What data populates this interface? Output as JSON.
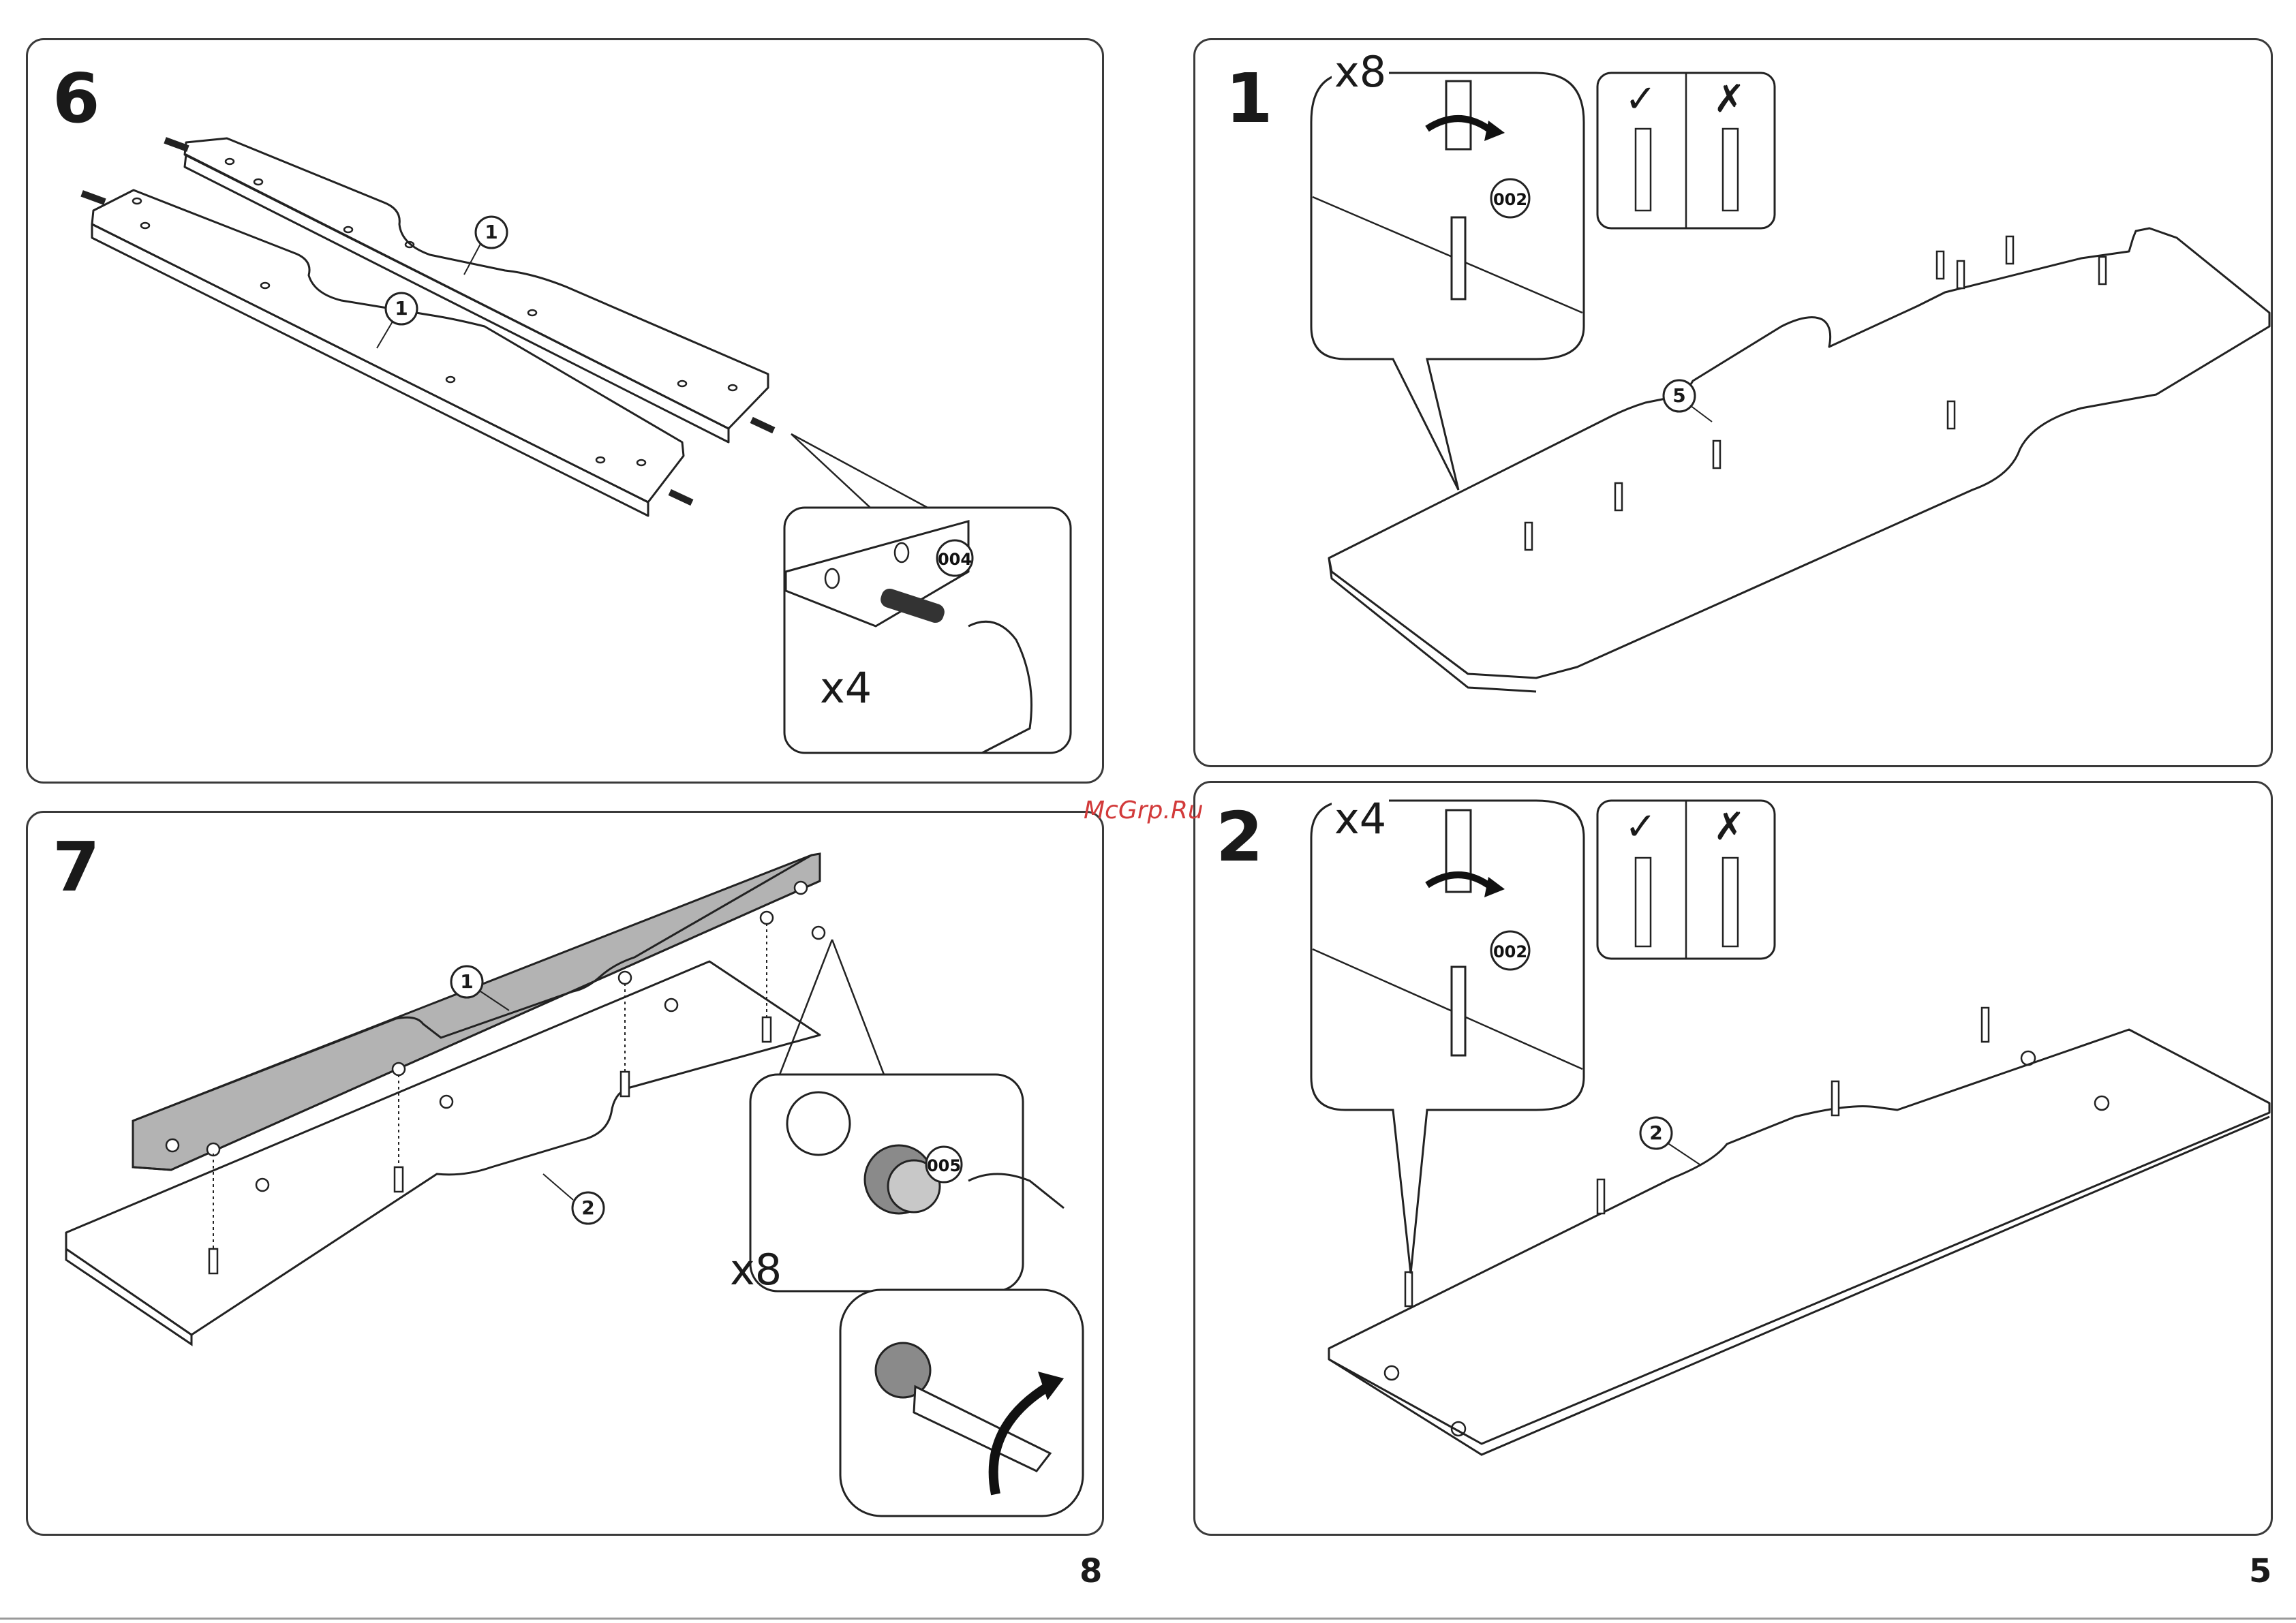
{
  "left_page": {
    "number": "8",
    "step6": {
      "step_number": "6",
      "part_labels": [
        "1",
        "1"
      ],
      "dowel_part": "004",
      "quantity": "x4"
    },
    "step7": {
      "step_number": "7",
      "part_labels": [
        "1",
        "2"
      ],
      "cam_part": "005",
      "quantity": "x8"
    }
  },
  "right_page": {
    "number": "5",
    "step1": {
      "step_number": "1",
      "quantity": "x8",
      "screw_part": "002",
      "panel_label": "5",
      "correct_mark": "✓",
      "wrong_mark": "✗"
    },
    "step2": {
      "step_number": "2",
      "quantity": "x4",
      "screw_part": "002",
      "panel_label": "2",
      "correct_mark": "✓",
      "wrong_mark": "✗"
    }
  },
  "watermark": "McGrp.Ru",
  "colors": {
    "border": "#3a3a3a",
    "panel_fill_dark": "#b3b3b3",
    "watermark": "#d23a3a"
  }
}
